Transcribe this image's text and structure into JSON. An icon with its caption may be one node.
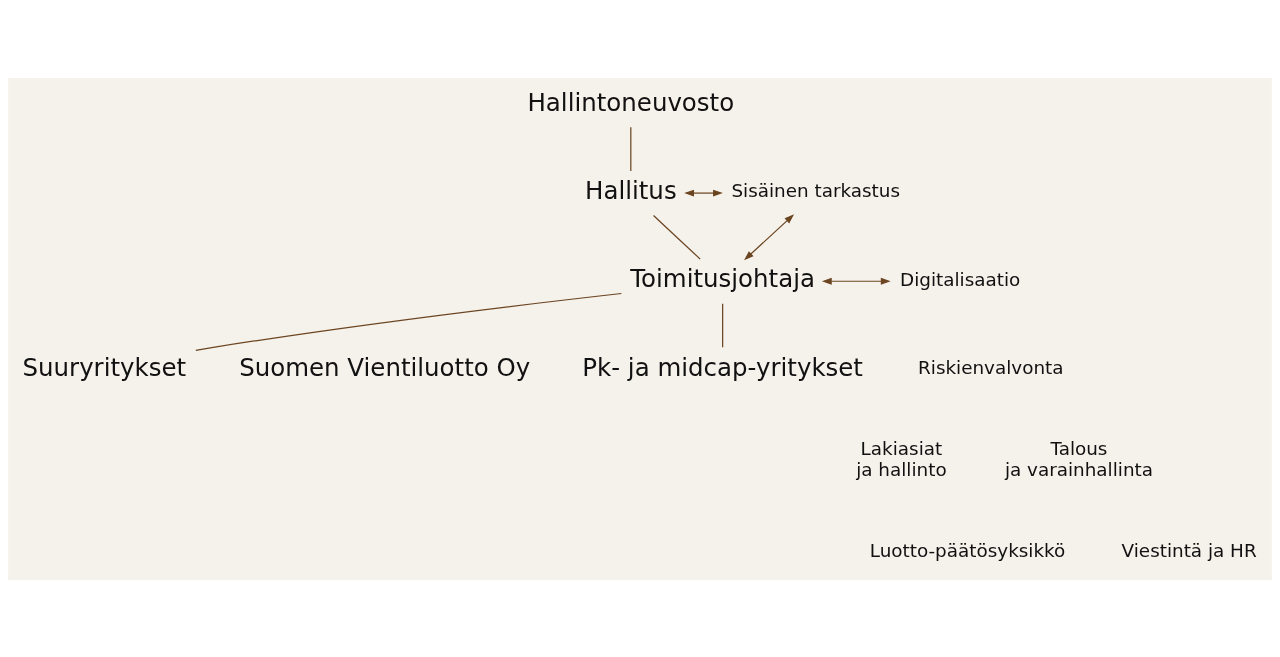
{
  "diagram": {
    "nodes": [
      {
        "text": [
          "Hallintoneuvosto"
        ]
      },
      {
        "text": [
          "Hallitus"
        ]
      },
      {
        "text": [
          "Sisäinen tarkastus"
        ]
      },
      {
        "text": [
          "Toimitusjohtaja"
        ]
      },
      {
        "text": [
          "Digitalisaatio"
        ]
      },
      {
        "text": [
          "Suuryritykset"
        ],
        "beside": [
          "Suomen Vientiluotto Oy"
        ]
      },
      {
        "text": [
          "Pk- ja midcap-yritykset"
        ]
      }
    ],
    "edges": [
      {
        "from": 0,
        "to": 1,
        "arrow": "none"
      },
      {
        "from": 1,
        "to": 2,
        "arrow": "both"
      },
      {
        "from": 1,
        "to": 3,
        "arrow": "none"
      },
      {
        "from": 3,
        "to": 2,
        "arrow": "both"
      },
      {
        "from": 3,
        "to": 4,
        "arrow": "both"
      },
      {
        "from": 3,
        "to": 5,
        "arrow": "none"
      },
      {
        "from": 3,
        "to": 6,
        "arrow": "none"
      }
    ],
    "labels": [
      "Riskienvalvonta",
      "Lakiasiat ja hallinto",
      "Talous ja varainhallinta",
      "Luotto-päätösyksikkö",
      "Viestintä ja HR"
    ]
  }
}
